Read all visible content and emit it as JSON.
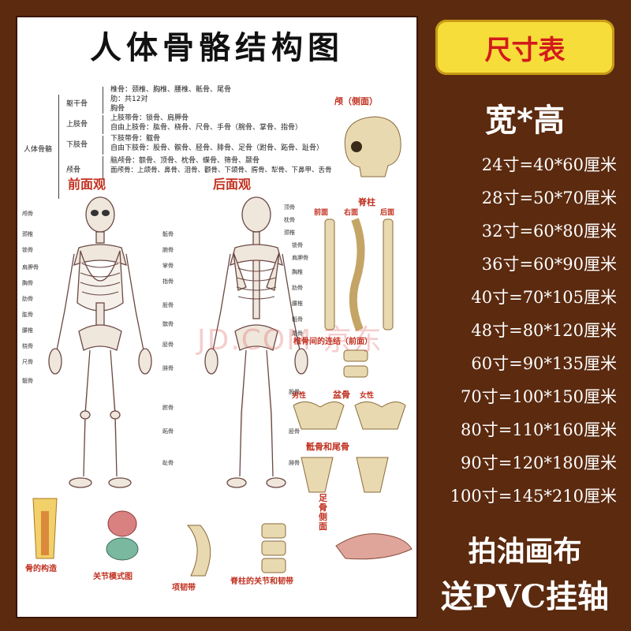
{
  "poster": {
    "title": "人体骨骼结构图",
    "tree": {
      "root": "人体骨骼",
      "branches": [
        {
          "label": "躯干骨",
          "items": [
            "椎骨：颈椎、胸椎、腰椎、骶骨、尾骨",
            "肋：共12对",
            "胸骨"
          ]
        },
        {
          "label": "上肢骨",
          "items": [
            "上肢带骨：锁骨、肩胛骨",
            "自由上肢骨：肱骨、桡骨、尺骨、手骨（腕骨、掌骨、指骨）"
          ]
        },
        {
          "label": "下肢骨",
          "items": [
            "下肢带骨：髋骨",
            "自由下肢骨：股骨、髌骨、胫骨、腓骨、足骨（跗骨、跖骨、趾骨）"
          ]
        },
        {
          "label": "颅骨",
          "items": [
            "脑颅骨：额骨、顶骨、枕骨、蝶骨、筛骨、颞骨",
            "面颅骨：上颌骨、鼻骨、泪骨、颧骨、下颌骨、腭骨、犁骨、下鼻甲、舌骨"
          ]
        }
      ]
    },
    "front_view": "前面观",
    "back_view": "后面观",
    "skull_side": "颅（侧面）",
    "spine": "脊柱",
    "spine_front": "前面",
    "spine_right": "右面",
    "spine_back": "后面",
    "vertebral_joints": "椎骨间的连结（前面）",
    "pelvis": "盆骨",
    "pelvis_male": "男性",
    "pelvis_female": "女性",
    "sacrum": "骶骨和尾骨",
    "foot_side": "足骨侧面",
    "bone_structure": "骨的构造",
    "joint_model": "关节模式图",
    "neck_ligament": "项韧带",
    "spine_joints": "脊柱的关节和韧带",
    "watermark": "JD.COM 京东",
    "front_labels": [
      "颅骨",
      "颈椎",
      "锁骨",
      "肩胛骨",
      "胸骨",
      "肋骨",
      "肱骨",
      "腰椎",
      "桡骨",
      "尺骨",
      "髋骨",
      "骶骨",
      "腕骨",
      "掌骨",
      "指骨",
      "股骨",
      "髌骨",
      "胫骨",
      "腓骨",
      "跗骨",
      "跖骨",
      "趾骨"
    ],
    "back_labels": [
      "顶骨",
      "枕骨",
      "颈椎",
      "锁骨",
      "肩胛骨",
      "胸椎",
      "肋骨",
      "腰椎",
      "骶骨",
      "尾骨",
      "股骨",
      "胫骨",
      "腓骨"
    ]
  },
  "right_panel": {
    "tab": "尺寸表",
    "dims": "宽*高",
    "sizes": [
      "24寸=40*60厘米",
      "28寸=50*70厘米",
      "32寸=60*80厘米",
      "36寸=60*90厘米",
      "40寸=70*105厘米",
      "48寸=80*120厘米",
      "60寸=90*135厘米",
      "70寸=100*150厘米",
      "80寸=110*160厘米",
      "90寸=120*180厘米",
      "100寸=145*210厘米"
    ],
    "footer1": "拍油画布",
    "footer2": "送PVC挂轴"
  },
  "colors": {
    "background": "#5b2a0f",
    "tab": "#f7dd3a",
    "tab_text": "#d21b1b",
    "label_red": "#c0301f"
  }
}
